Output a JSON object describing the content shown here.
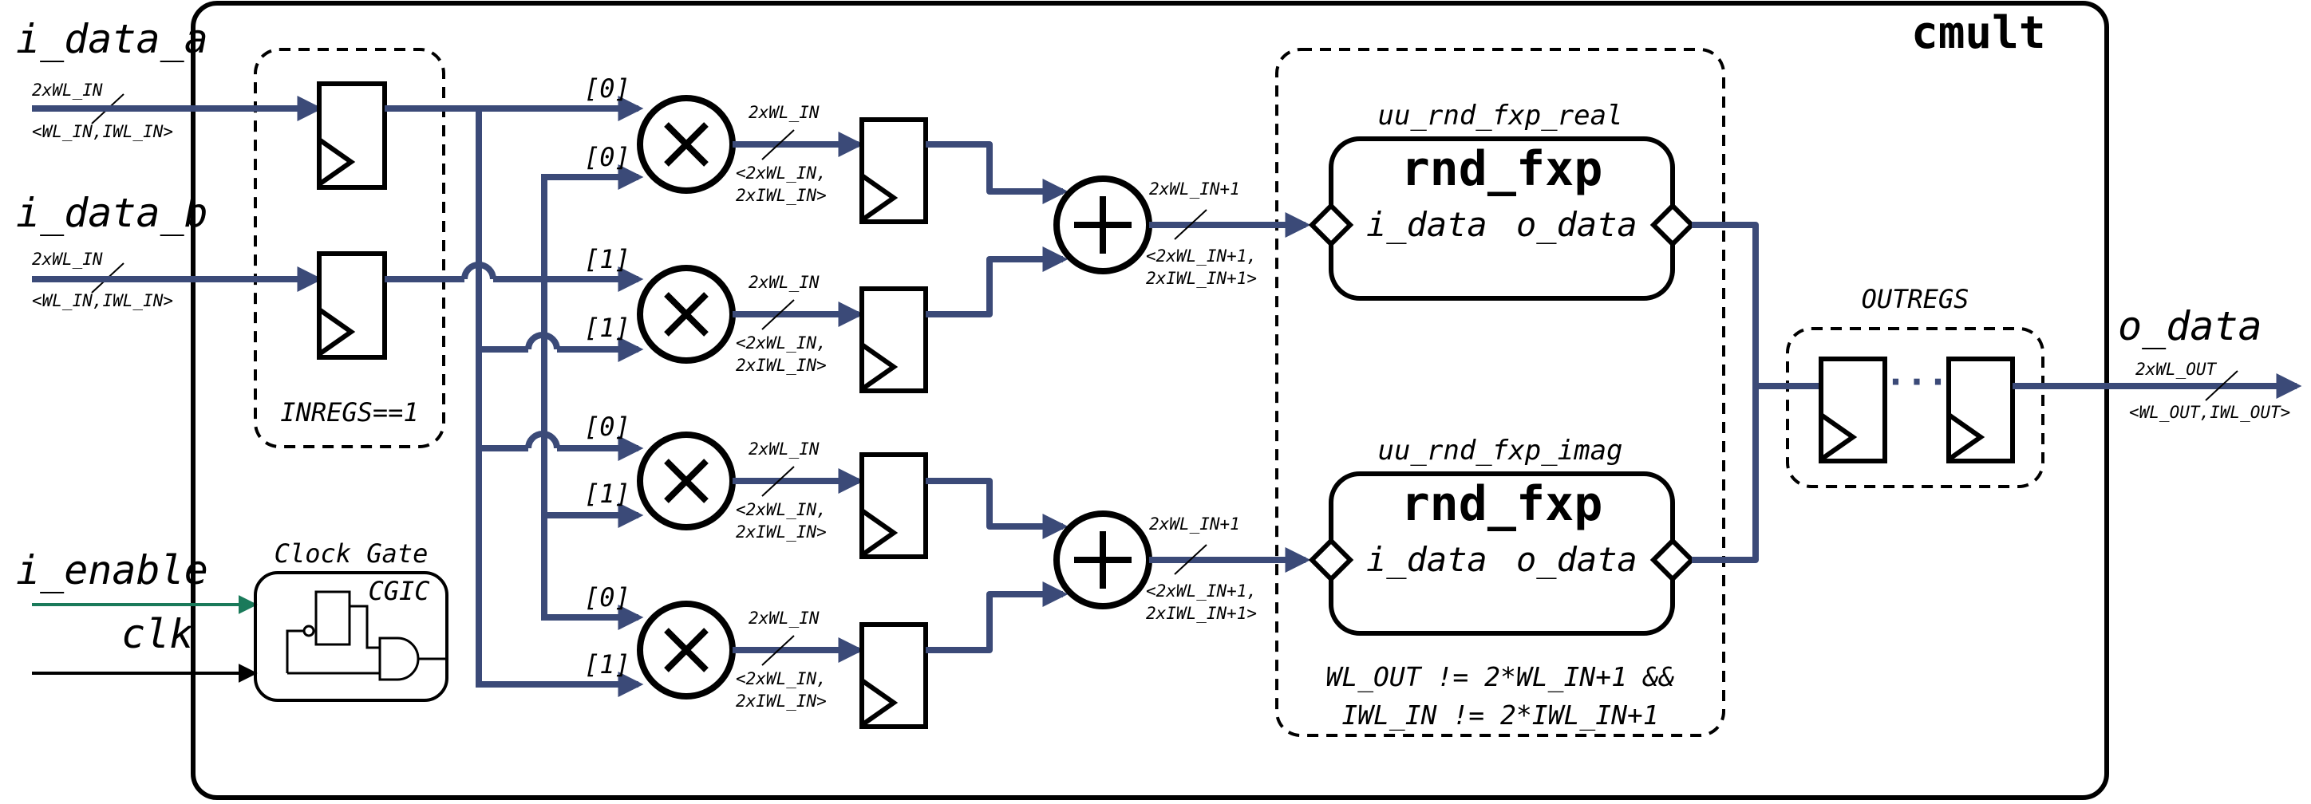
{
  "colors": {
    "bus": "#3b4a78",
    "enable": "#1a7a5a",
    "stroke": "#000000",
    "background": "#ffffff"
  },
  "module": {
    "title": "cmult"
  },
  "inputs": {
    "a": {
      "name": "i_data_a",
      "width": "2xWL_IN",
      "format": "<WL_IN,IWL_IN>"
    },
    "b": {
      "name": "i_data_b",
      "width": "2xWL_IN",
      "format": "<WL_IN,IWL_IN>"
    },
    "enable": "i_enable",
    "clk": "clk"
  },
  "inregs": {
    "label": "INREGS==1"
  },
  "clock_gate": {
    "title": "Clock Gate",
    "cell": "CGIC"
  },
  "mult_taps": [
    "[0]",
    "[0]",
    "[1]",
    "[1]",
    "[0]",
    "[1]",
    "[0]",
    "[1]"
  ],
  "mult_out": {
    "width": "2xWL_IN",
    "format_l1": "<2xWL_IN,",
    "format_l2": "2xIWL_IN>"
  },
  "add_out": {
    "width": "2xWL_IN+1",
    "format_l1": "<2xWL_IN+1,",
    "format_l2": "2xIWL_IN+1>"
  },
  "rounding": {
    "real_instance": "uu_rnd_fxp_real",
    "imag_instance": "uu_rnd_fxp_imag",
    "block_name": "rnd_fxp",
    "port_in": "i_data",
    "port_out": "o_data",
    "condition_l1": "WL_OUT != 2*WL_IN+1 &&",
    "condition_l2": "IWL_IN != 2*IWL_IN+1"
  },
  "outregs": {
    "label": "OUTREGS",
    "dots": "···"
  },
  "output": {
    "name": "o_data",
    "width": "2xWL_OUT",
    "format": "<WL_OUT,IWL_OUT>"
  }
}
